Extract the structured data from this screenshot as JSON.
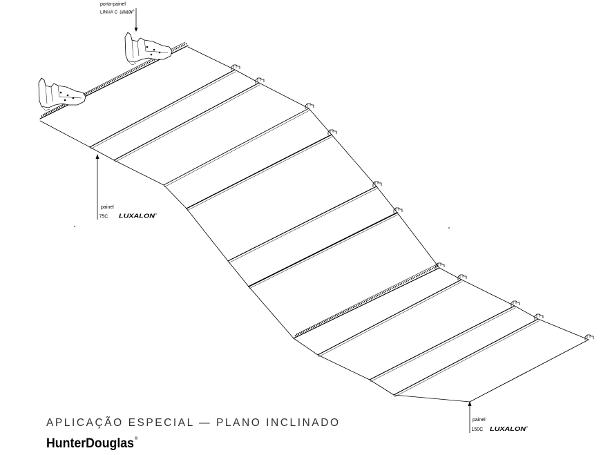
{
  "drawing": {
    "title": "APLICAÇÃO ESPECIAL — PLANO INCLINADO"
  },
  "brand": {
    "name": "HunterDouglas",
    "mark": "®"
  },
  "callouts": {
    "carrier": {
      "label": "porta-painel",
      "spec": "LINHA C",
      "brand": "LUXALON",
      "mark": "®"
    },
    "panel_75c": {
      "label": "painel",
      "spec": "75C",
      "brand": "LUXALON",
      "mark": "®"
    },
    "panel_150c": {
      "label": "painel",
      "spec": "150C",
      "brand": "LUXALON",
      "mark": "®"
    }
  },
  "colors": {
    "line": "#000000",
    "title_text": "#333333",
    "background": "#ffffff"
  }
}
